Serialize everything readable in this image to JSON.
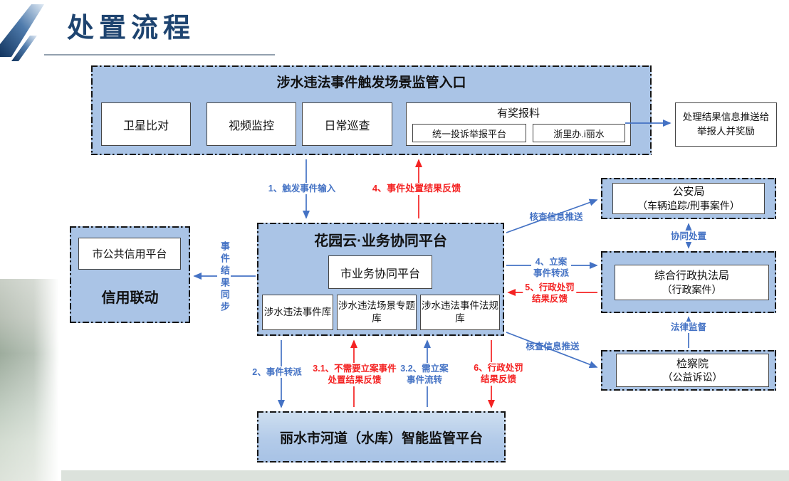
{
  "slide": {
    "title": "处置流程"
  },
  "colors": {
    "accent_blue": "#4472c4",
    "accent_red": "#ff0000",
    "box_fill": "#aac4e6",
    "box_border": "#141414",
    "title_color": "#1e4470",
    "bottom_band": "#dce2dc"
  },
  "entry": {
    "title": "涉水违法事件触发场景监管入口",
    "items": [
      "卫星比对",
      "视频监控",
      "日常巡查"
    ],
    "reward": {
      "title": "有奖报料",
      "channels": [
        "统一投诉举报平台",
        "浙里办.i丽水"
      ]
    }
  },
  "reward_result": {
    "text": "处理结果信息推送给举报人并奖励"
  },
  "central": {
    "title": "花园云·业务协同平台",
    "platform": "市业务协同平台",
    "databases": [
      "涉水违法事件库",
      "涉水违法场景专题库",
      "涉水违法事件法规库"
    ]
  },
  "credit": {
    "platform": "市公共信用平台",
    "label": "信用联动"
  },
  "agencies": [
    {
      "name": "公安局",
      "detail": "（车辆追踪/刑事案件）"
    },
    {
      "name": "综合行政执法局",
      "detail": "（行政案件）"
    },
    {
      "name": "检察院",
      "detail": "（公益诉讼）"
    }
  ],
  "bottom": {
    "title": "丽水市河道（水库）智能监管平台"
  },
  "flows": {
    "trigger_input": {
      "label": "1、触发事件输入"
    },
    "event_result_feedback": {
      "label": "4、事件处置结果反馈"
    },
    "verify_push_police": {
      "label": "核查信息推送"
    },
    "collaborative_disposal": {
      "label": "协同处置"
    },
    "case_dispatch": {
      "label": "4、立案\n事件转派"
    },
    "admin_penalty_feedback": {
      "label": "5、行政处罚\n结果反馈"
    },
    "legal_supervision": {
      "label": "法律监督"
    },
    "verify_push_procuratorate": {
      "label": "核查信息推送"
    },
    "event_result_sync": {
      "label": "事件结果同步"
    },
    "event_transfer": {
      "label": "2、事件转派"
    },
    "no_case_feedback": {
      "label": "3.1、不需要立案事件\n处置结果反馈"
    },
    "case_transfer": {
      "label": "3.2、需立案\n事件流转"
    },
    "penalty_result_feedback": {
      "label": "6、行政处罚\n结果反馈"
    }
  }
}
